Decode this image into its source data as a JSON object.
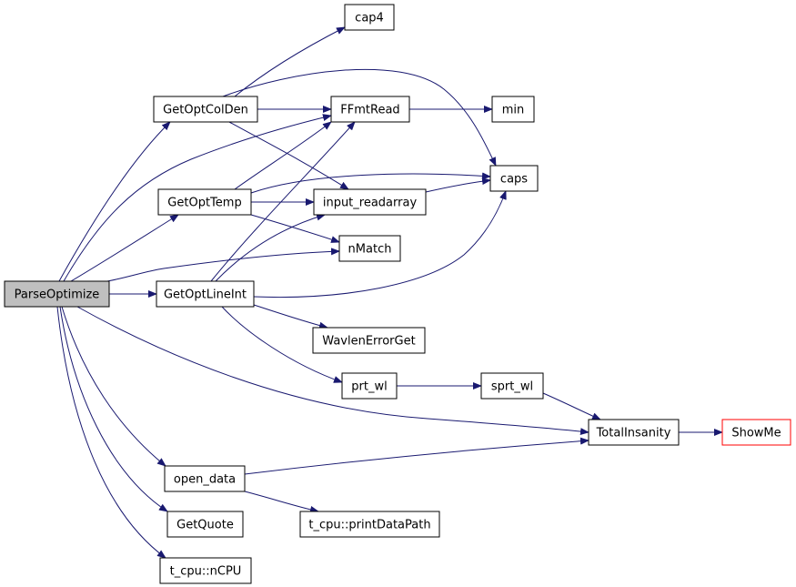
{
  "graph": {
    "edge_color": "#191970",
    "nodes": [
      {
        "id": "ParseOptimize",
        "label": "ParseOptimize",
        "root": true
      },
      {
        "id": "cap4",
        "label": "cap4"
      },
      {
        "id": "GetOptColDen",
        "label": "GetOptColDen"
      },
      {
        "id": "FFmtRead",
        "label": "FFmtRead"
      },
      {
        "id": "min",
        "label": "min"
      },
      {
        "id": "caps",
        "label": "caps"
      },
      {
        "id": "GetOptTemp",
        "label": "GetOptTemp"
      },
      {
        "id": "input_readarray",
        "label": "input_readarray"
      },
      {
        "id": "nMatch",
        "label": "nMatch"
      },
      {
        "id": "GetOptLineInt",
        "label": "GetOptLineInt"
      },
      {
        "id": "WavlenErrorGet",
        "label": "WavlenErrorGet"
      },
      {
        "id": "prt_wl",
        "label": "prt_wl"
      },
      {
        "id": "sprt_wl",
        "label": "sprt_wl"
      },
      {
        "id": "TotalInsanity",
        "label": "TotalInsanity"
      },
      {
        "id": "ShowMe",
        "label": "ShowMe",
        "missing": true
      },
      {
        "id": "open_data",
        "label": "open_data"
      },
      {
        "id": "GetQuote",
        "label": "GetQuote"
      },
      {
        "id": "printDataPath",
        "label": "t_cpu::printDataPath"
      },
      {
        "id": "nCPU",
        "label": "t_cpu::nCPU"
      }
    ],
    "edges": [
      {
        "from": "ParseOptimize",
        "to": "GetOptColDen"
      },
      {
        "from": "ParseOptimize",
        "to": "FFmtRead"
      },
      {
        "from": "ParseOptimize",
        "to": "GetOptTemp"
      },
      {
        "from": "ParseOptimize",
        "to": "nMatch"
      },
      {
        "from": "ParseOptimize",
        "to": "GetOptLineInt"
      },
      {
        "from": "ParseOptimize",
        "to": "TotalInsanity"
      },
      {
        "from": "ParseOptimize",
        "to": "open_data"
      },
      {
        "from": "ParseOptimize",
        "to": "GetQuote"
      },
      {
        "from": "ParseOptimize",
        "to": "nCPU"
      },
      {
        "from": "GetOptColDen",
        "to": "cap4"
      },
      {
        "from": "GetOptColDen",
        "to": "FFmtRead"
      },
      {
        "from": "GetOptColDen",
        "to": "caps"
      },
      {
        "from": "GetOptColDen",
        "to": "input_readarray"
      },
      {
        "from": "FFmtRead",
        "to": "min"
      },
      {
        "from": "GetOptTemp",
        "to": "FFmtRead"
      },
      {
        "from": "GetOptTemp",
        "to": "caps"
      },
      {
        "from": "GetOptTemp",
        "to": "input_readarray"
      },
      {
        "from": "GetOptTemp",
        "to": "nMatch"
      },
      {
        "from": "input_readarray",
        "to": "caps"
      },
      {
        "from": "GetOptLineInt",
        "to": "FFmtRead"
      },
      {
        "from": "GetOptLineInt",
        "to": "input_readarray"
      },
      {
        "from": "GetOptLineInt",
        "to": "caps"
      },
      {
        "from": "GetOptLineInt",
        "to": "WavlenErrorGet"
      },
      {
        "from": "GetOptLineInt",
        "to": "prt_wl"
      },
      {
        "from": "prt_wl",
        "to": "sprt_wl"
      },
      {
        "from": "sprt_wl",
        "to": "TotalInsanity"
      },
      {
        "from": "TotalInsanity",
        "to": "ShowMe"
      },
      {
        "from": "open_data",
        "to": "TotalInsanity"
      },
      {
        "from": "open_data",
        "to": "printDataPath"
      }
    ]
  }
}
